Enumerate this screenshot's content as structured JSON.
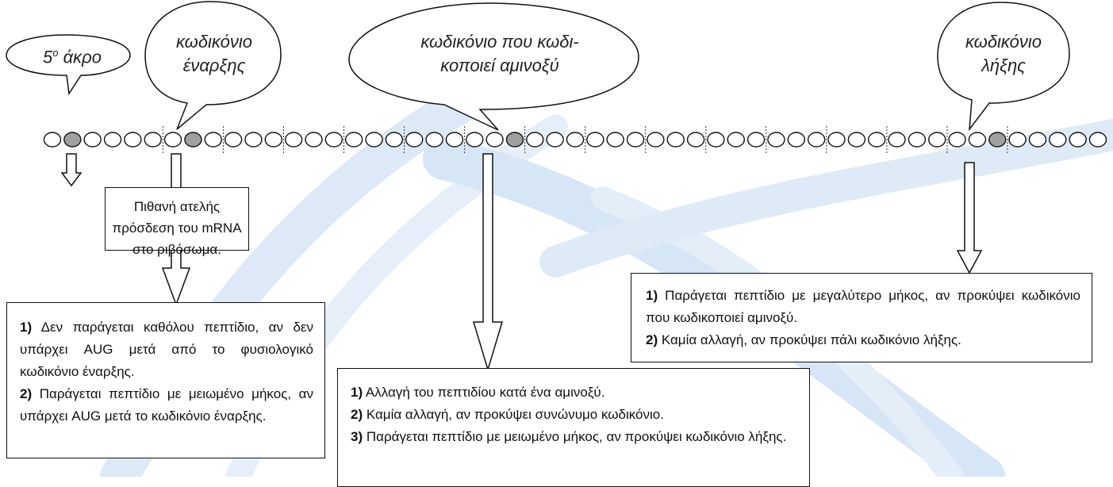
{
  "callouts": {
    "five_prime": {
      "main": "5",
      "sup": "ο",
      "rest": " άκρο"
    },
    "start_codon": {
      "line1": "κωδικόνιο",
      "line2": "έναρξης"
    },
    "amino_codon": {
      "line1": "κωδικόνιο που κωδι-",
      "line2": "κοποιεί αμινοξύ"
    },
    "stop_codon": {
      "line1": "κωδικόνιο",
      "line2": "λήξης"
    }
  },
  "boxes": {
    "five_prime": {
      "text": "Πιθανή ατελής πρόσδεση του mRNA στο ριβόσωμα."
    },
    "start": {
      "items": [
        {
          "num": "1)",
          "text": " Δεν παράγεται καθόλου πεπτίδιο, αν δεν υπάρχει AUG μετά από το φυσιολογικό κωδικόνιο έναρξης."
        },
        {
          "num": "2)",
          "text": " Παράγεται πεπτίδιο με μειωμένο μήκος, αν υπάρχει AUG μετά το κωδικόνιο έναρξης."
        }
      ]
    },
    "amino": {
      "items": [
        {
          "num": "1)",
          "text": " Αλλαγή του πεπτιδίου κατά ένα αμινοξύ."
        },
        {
          "num": "2)",
          "text": " Καμία αλλαγή, αν προκύψει συνώνυμο κωδικόνιο."
        },
        {
          "num": "3)",
          "text": " Παράγεται πεπτίδιο με μειωμένο μήκος, αν προκύψει κωδικόνιο λήξης."
        }
      ]
    },
    "stop": {
      "items": [
        {
          "num": "1)",
          "text": " Παράγεται πεπτίδιο με μεγαλύτερο μήκος, αν προκύψει κωδικόνιο που κωδικοποιεί αμινοξύ."
        },
        {
          "num": "2)",
          "text": " Καμία αλλαγή, αν προκύψει πάλι κωδικόνιο λήξης."
        }
      ]
    }
  },
  "colors": {
    "filled_nucleotide": "#a0a0a0",
    "watermark": "#dbe9f7",
    "watermark_dark": "#c9dcf0"
  }
}
